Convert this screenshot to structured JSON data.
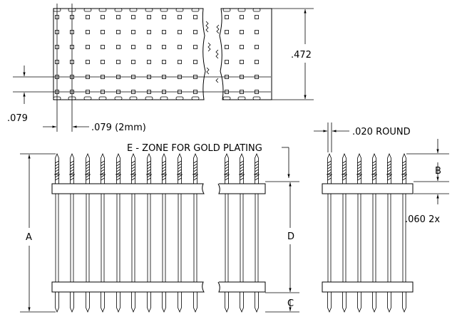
{
  "dimensions": {
    "height_472": ".472",
    "pitch_v": ".079",
    "pitch_h": ".079 (2mm)",
    "pin_round": ".020 ROUND",
    "plating_zone": "E - ZONE FOR GOLD PLATING",
    "dim_a": "A",
    "dim_b": "B",
    "dim_c": "C",
    "dim_d": "D",
    "thickness": ".060 2x"
  }
}
